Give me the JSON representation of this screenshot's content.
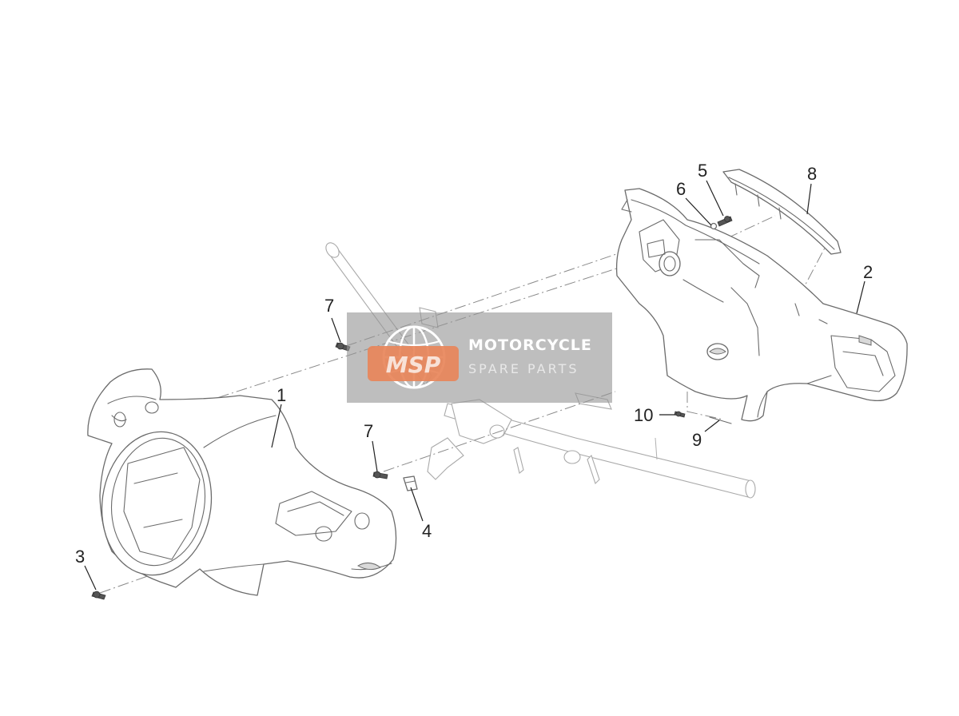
{
  "diagram": {
    "callouts": [
      {
        "id": "1",
        "label": "1"
      },
      {
        "id": "2",
        "label": "2"
      },
      {
        "id": "3",
        "label": "3"
      },
      {
        "id": "4",
        "label": "4"
      },
      {
        "id": "5",
        "label": "5"
      },
      {
        "id": "6",
        "label": "6"
      },
      {
        "id": "7a",
        "label": "7"
      },
      {
        "id": "7b",
        "label": "7"
      },
      {
        "id": "8",
        "label": "8"
      },
      {
        "id": "9",
        "label": "9"
      },
      {
        "id": "10",
        "label": "10"
      }
    ]
  },
  "watermark": {
    "logo_text": "MSP",
    "line1": "MOTORCYCLE",
    "line2": "SPARE PARTS",
    "accent_color": "#e8855a"
  }
}
